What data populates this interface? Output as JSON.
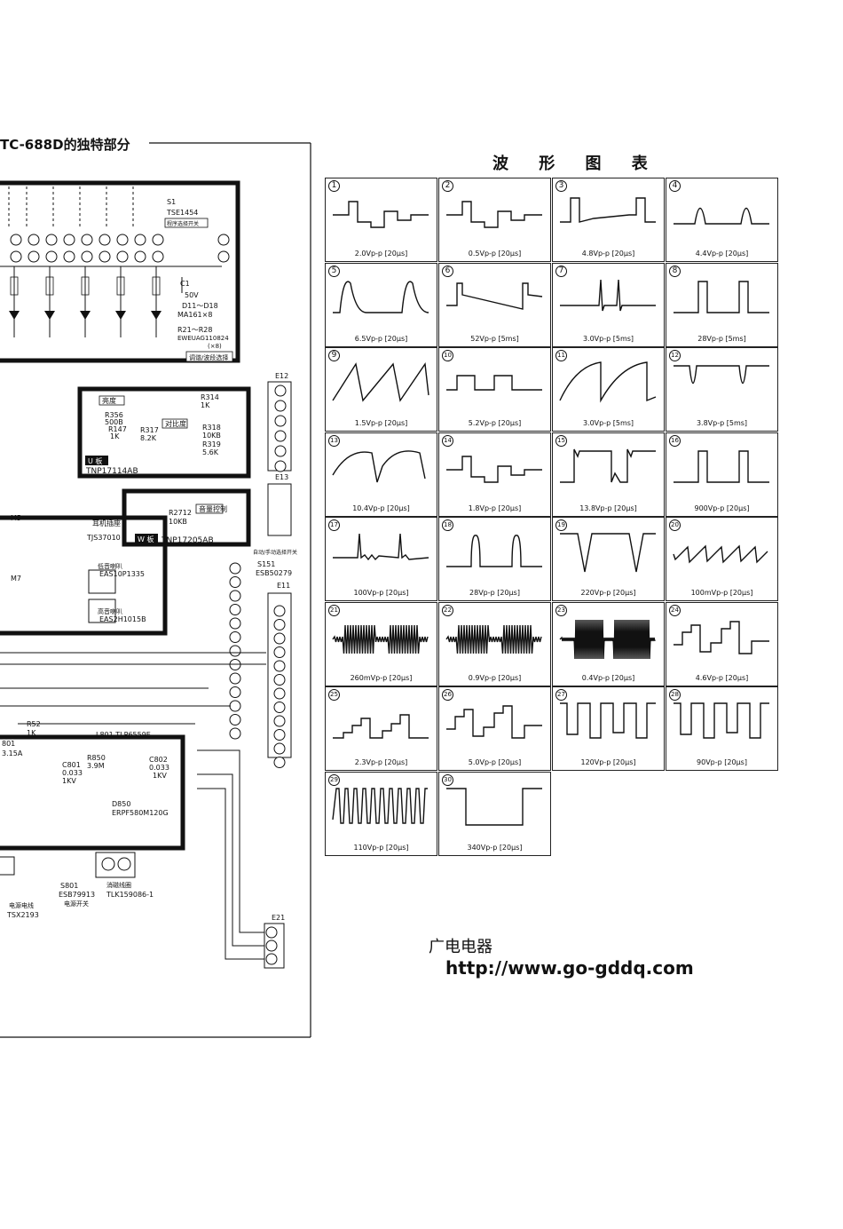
{
  "schematic": {
    "title": "TC-688D的独特部分",
    "labels": {
      "s1": "S1",
      "s1_part": "TSE1454",
      "s1_func": "程序选择开关",
      "c1": "C1",
      "c1_val": "50V",
      "d11_18": "D11～D18",
      "ma161": "MA161×8",
      "r21_28": "R21～R28",
      "ewe": "EWEUAG110824",
      "x8": "(×8)",
      "tune_band": "调谐/波段选择",
      "e12": "E12",
      "brightness": "亮度",
      "r356": "R356",
      "r356_val": "500B",
      "r147": "R147",
      "r147_val": "1K",
      "r317": "R317",
      "r317_val": "8.2K",
      "contrast": "对比度",
      "r314": "R314",
      "r314_val": "1K",
      "r318": "R318",
      "r318_val": "10KB",
      "r319": "R319",
      "r319_val": "5.6K",
      "u_board": "U 板",
      "tnp1": "TNP17114AB",
      "e13": "E13",
      "r2712": "R2712",
      "r2712_val": "10KB",
      "volume": "音量控制",
      "w_board": "W 板",
      "tnp2": "TNP17205AB",
      "m5": "M5",
      "earphone_jack": "耳机插座",
      "tjs": "TJS37010",
      "m7": "M7",
      "spk_low": "低音喇叭",
      "eas10": "EAS10P1335",
      "spk_high": "高音喇叭",
      "eas2": "EAS2H1015B",
      "s151": "S151",
      "esb": "ESB50279",
      "s151_func": "自动/手动选择开关",
      "e11": "E11",
      "r52": "R52",
      "r52_val": "1K",
      "f801": "801",
      "f801_val": "3.15A",
      "l801": "L801 TLP6559E",
      "c801": "C801",
      "c801_val": "0.033",
      "c801_v": "1KV",
      "r850": "R850",
      "r850_val": "3.9M",
      "c802": "C802",
      "c802_val": "0.033",
      "c802_v": "1KV",
      "d850": "D850",
      "erpf": "ERPF580M120G",
      "s801": "S801",
      "esb2": "ESB79913",
      "s801_func": "电源开关",
      "degauss": "消磁线圈",
      "tlk": "TLK159086-1",
      "power_cord": "电源电线",
      "tsx": "TSX2193",
      "e21": "E21"
    }
  },
  "waveforms": {
    "title": "波 形 图 表",
    "cells": [
      {
        "num": "1",
        "caption": "2.0Vp-p [20μs]",
        "shape": "staircase"
      },
      {
        "num": "2",
        "caption": "0.5Vp-p [20μs]",
        "shape": "staircase"
      },
      {
        "num": "3",
        "caption": "4.8Vp-p [20μs]",
        "shape": "staircase-pulse"
      },
      {
        "num": "4",
        "caption": "4.4Vp-p [20μs]",
        "shape": "spike-up"
      },
      {
        "num": "5",
        "caption": "6.5Vp-p [20μs]",
        "shape": "hump"
      },
      {
        "num": "6",
        "caption": "52Vp-p [5ms]",
        "shape": "ramp-down"
      },
      {
        "num": "7",
        "caption": "3.0Vp-p [5ms]",
        "shape": "needle"
      },
      {
        "num": "8",
        "caption": "28Vp-p [5ms]",
        "shape": "pulse"
      },
      {
        "num": "9",
        "caption": "1.5Vp-p [20μs]",
        "shape": "sawtooth"
      },
      {
        "num": "10",
        "caption": "5.2Vp-p [20μs]",
        "shape": "square"
      },
      {
        "num": "11",
        "caption": "3.0Vp-p [5ms]",
        "shape": "curve-saw"
      },
      {
        "num": "12",
        "caption": "3.8Vp-p [5ms]",
        "shape": "dip"
      },
      {
        "num": "13",
        "caption": "10.4Vp-p [20μs]",
        "shape": "curve-dip"
      },
      {
        "num": "14",
        "caption": "1.8Vp-p [20μs]",
        "shape": "staircase"
      },
      {
        "num": "15",
        "caption": "13.8Vp-p [20μs]",
        "shape": "square-ring"
      },
      {
        "num": "16",
        "caption": "900Vp-p [20μs]",
        "shape": "pulse"
      },
      {
        "num": "17",
        "caption": "100Vp-p [20μs]",
        "shape": "ringing"
      },
      {
        "num": "18",
        "caption": "28Vp-p [20μs]",
        "shape": "pulse-round"
      },
      {
        "num": "19",
        "caption": "220Vp-p [20μs]",
        "shape": "v-dip"
      },
      {
        "num": "20",
        "caption": "100mVp-p [20μs]",
        "shape": "noise"
      },
      {
        "num": "21",
        "caption": "260mVp-p [20μs]",
        "shape": "burst"
      },
      {
        "num": "22",
        "caption": "0.9Vp-p [20μs]",
        "shape": "burst"
      },
      {
        "num": "23",
        "caption": "0.4Vp-p [20μs]",
        "shape": "dense-burst"
      },
      {
        "num": "24",
        "caption": "4.6Vp-p [20μs]",
        "shape": "steps-ud"
      },
      {
        "num": "25",
        "caption": "2.3Vp-p [20μs]",
        "shape": "rising-steps"
      },
      {
        "num": "26",
        "caption": "5.0Vp-p [20μs]",
        "shape": "steps-ud"
      },
      {
        "num": "27",
        "caption": "120Vp-p [20μs]",
        "shape": "multi-square"
      },
      {
        "num": "28",
        "caption": "90Vp-p [20μs]",
        "shape": "multi-square"
      },
      {
        "num": "29",
        "caption": "110Vp-p [20μs]",
        "shape": "dense-square"
      },
      {
        "num": "30",
        "caption": "340Vp-p [20μs]",
        "shape": "wide-square"
      }
    ]
  },
  "brand": {
    "name_cn": "广电电器",
    "url": "http://www.go-gddq.com"
  }
}
